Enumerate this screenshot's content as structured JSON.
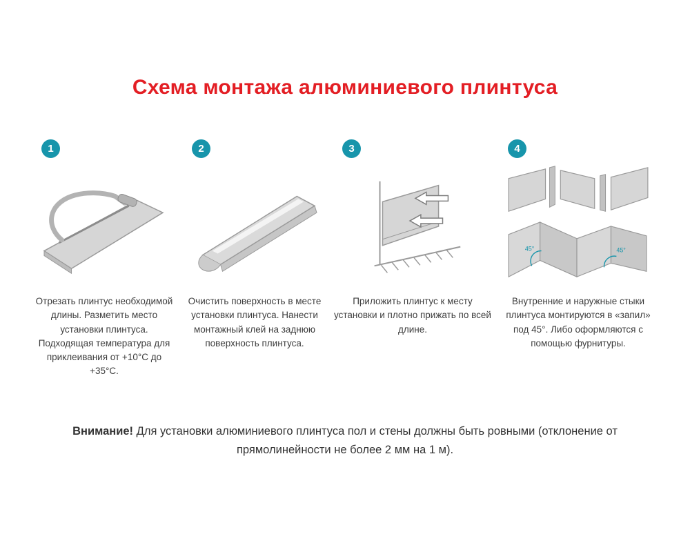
{
  "page": {
    "title": "Схема монтажа алюминиевого плинтуса",
    "title_color": "#e31e24",
    "badge_color": "#1795ab",
    "background_color": "#ffffff",
    "text_color": "#3d3d3d"
  },
  "steps": [
    {
      "number": "1",
      "icon": "hacksaw-cutting-plinth-icon",
      "text": "Отрезать плинтус необходимой длины. Разметить место установки плинтуса. Подходящая температура для приклеивания от +10°С до +35°С."
    },
    {
      "number": "2",
      "icon": "plinth-profile-with-glue-icon",
      "text": "Очистить поверхность в месте установки плинтуса. Нанести монтажный клей на заднюю поверхность плинтуса."
    },
    {
      "number": "3",
      "icon": "press-plinth-to-wall-icon",
      "text": "Приложить плинтус к месту установки и плотно прижать по всей длине."
    },
    {
      "number": "4",
      "icon": "corner-joints-45-degrees-icon",
      "angle_label": "45°",
      "text": "Внутренние и наружные стыки плинтуса монтируются в «запил» под 45°. Либо оформляются с помощью фурнитуры."
    }
  ],
  "warning": {
    "label": "Внимание!",
    "text": " Для установки алюминиевого плинтуса пол и стены должны быть ровными (отклонение от прямолинейности не более 2 мм на 1 м)."
  }
}
